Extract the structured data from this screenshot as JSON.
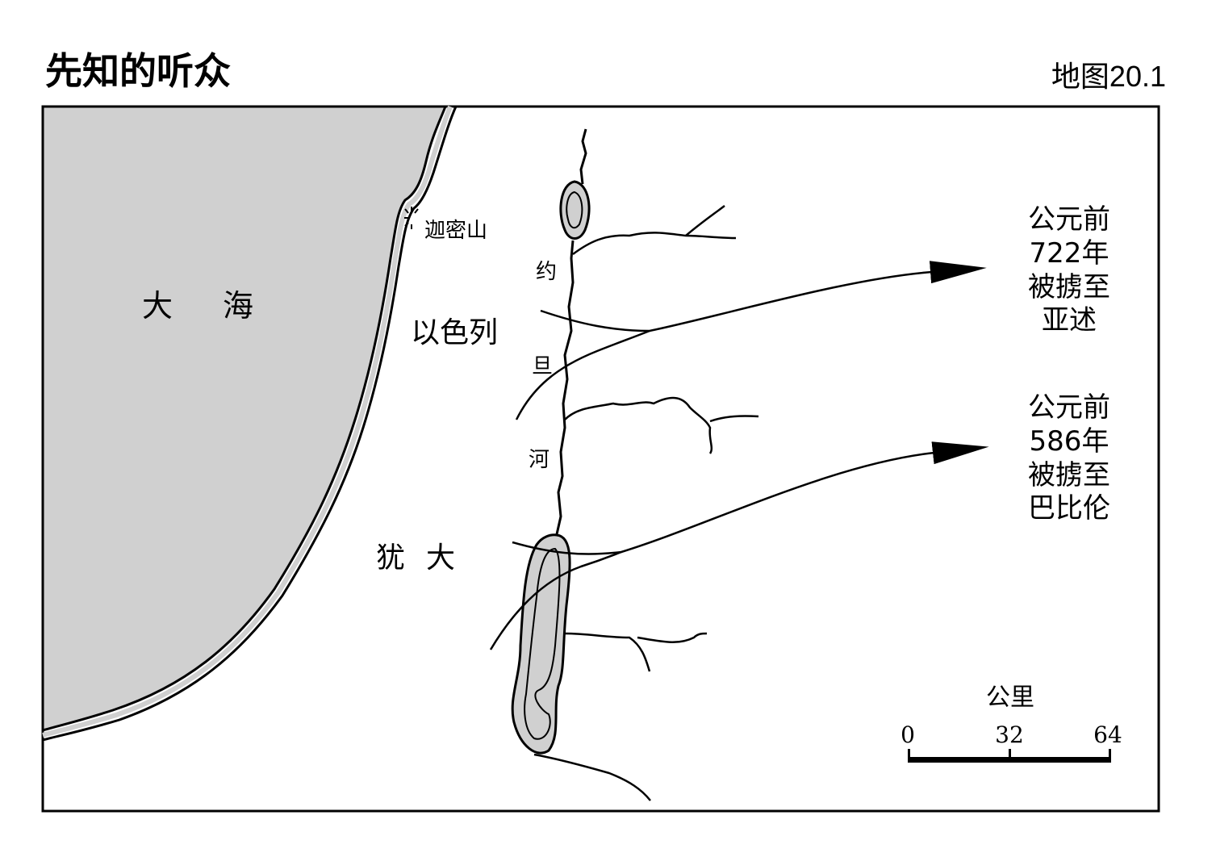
{
  "header": {
    "title": "先知的听众",
    "map_number": "地图20.1"
  },
  "labels": {
    "sea": [
      "大",
      "海"
    ],
    "mount_carmel": "迦密山",
    "israel": "以色列",
    "jordan_river": [
      "约",
      "旦",
      "河"
    ],
    "judah": [
      "犹",
      "大"
    ]
  },
  "exiles": [
    {
      "lines": [
        "公元前",
        "722年",
        "被掳至",
        "亚述"
      ]
    },
    {
      "lines": [
        "公元前",
        "586年",
        "被掳至",
        "巴比伦"
      ]
    }
  ],
  "scale": {
    "unit": "公里",
    "ticks": [
      "0",
      "32",
      "64"
    ]
  },
  "colors": {
    "water": "#d0d0d0",
    "ink": "#000000"
  }
}
